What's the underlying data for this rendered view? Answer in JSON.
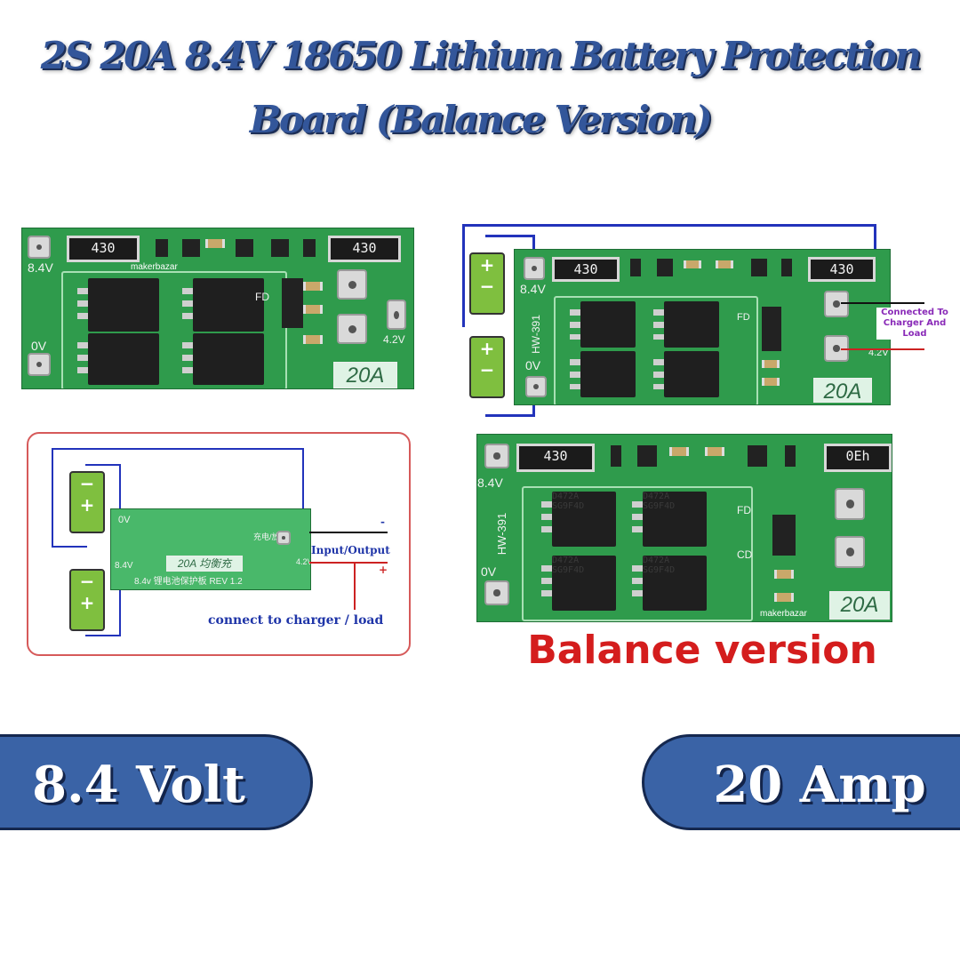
{
  "title": {
    "line1": "2S  20A  8.4V 18650 Lithium Battery Protection",
    "line2": "Board (Balance Version)"
  },
  "boards": {
    "top_left": {
      "resistor_left": "430",
      "resistor_right": "430",
      "label_84": "8.4V",
      "label_0v": "0V",
      "label_42": "4.2V",
      "label_fd": "FD",
      "badge": "20A",
      "watermark": "makerbazar"
    },
    "top_right": {
      "resistor_left": "430",
      "resistor_right": "430",
      "label_84": "8.4V",
      "label_0v": "0V",
      "label_42": "4.2V",
      "model": "HW-391",
      "label_fd": "FD",
      "badge": "20A",
      "connect_note": "Connected To Charger And Load"
    },
    "diagram": {
      "label_0v": "0V",
      "label_84": "8.4V",
      "label_42": "4.2V",
      "badge": "20A 均衡充",
      "board_text": "8.4v 锂电池保护板 REV 1.2",
      "terminal_text": "充电/放电",
      "io_label": "Input/Output",
      "minus": "-",
      "plus": "+",
      "caption": "connect to charger / load"
    },
    "bottom_right": {
      "resistor_left": "430",
      "resistor_right": "0Eh",
      "label_84": "8.4V",
      "label_0v": "0V",
      "model": "HW-391",
      "label_fd": "FD",
      "label_cd": "CD",
      "badge": "20A",
      "watermark": "makerbazar",
      "mosfet_marks": [
        "D472A SG9F4D",
        "D472A SG9F4D",
        "D472A SG9F4D",
        "D472A SG9F4D"
      ]
    }
  },
  "balance_caption": "Balance version",
  "spec_left": "8.4 Volt",
  "spec_right": "20 Amp",
  "colors": {
    "title_blue": "#33569a",
    "pcb_green": "#2f9b4c",
    "pill_blue": "#3a63a6",
    "caption_red": "#d41d1d"
  }
}
